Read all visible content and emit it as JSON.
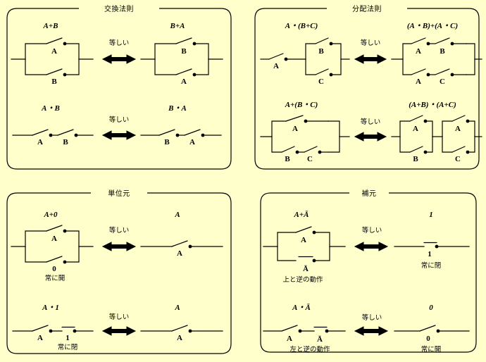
{
  "page": {
    "background_color": "#ffffcc",
    "ink_color": "#000000",
    "title_equal_label": "等しい"
  },
  "panels": [
    {
      "id": "commutative",
      "title": "交換法則",
      "rows": [
        {
          "id": "or",
          "relation": "等しい",
          "left": {
            "formula": "A+B",
            "type": "parallel",
            "branches": [
              [
                "A"
              ],
              [
                "B"
              ]
            ],
            "note": ""
          },
          "right": {
            "formula": "B+A",
            "type": "parallel",
            "branches": [
              [
                "B"
              ],
              [
                "A"
              ]
            ],
            "note": ""
          }
        },
        {
          "id": "and",
          "relation": "等しい",
          "left": {
            "formula": "A・B",
            "type": "series",
            "switches": [
              "A",
              "B"
            ],
            "note": ""
          },
          "right": {
            "formula": "B・A",
            "type": "series",
            "switches": [
              "B",
              "A"
            ],
            "note": ""
          }
        }
      ]
    },
    {
      "id": "distributive",
      "title": "分配法則",
      "rows": [
        {
          "id": "and-over-or",
          "relation": "等しい",
          "left": {
            "formula": "A・(B+C)",
            "type": "series-then-parallel",
            "series": [
              "A"
            ],
            "branches": [
              [
                "B"
              ],
              [
                "C"
              ]
            ],
            "note": ""
          },
          "right": {
            "formula": "(A・B)+(A・C)",
            "type": "parallel",
            "branches": [
              [
                "A",
                "B"
              ],
              [
                "A",
                "C"
              ]
            ],
            "note": ""
          }
        },
        {
          "id": "or-over-and",
          "relation": "等しい",
          "left": {
            "formula": "A+(B・C)",
            "type": "parallel",
            "branches": [
              [
                "A"
              ],
              [
                "B",
                "C"
              ]
            ],
            "note": ""
          },
          "right": {
            "formula": "(A+B)・(A+C)",
            "type": "parallel-series-parallel",
            "blocks": [
              [
                [
                  "A"
                ],
                [
                  "B"
                ]
              ],
              [
                [
                  "A"
                ],
                [
                  "C"
                ]
              ]
            ],
            "note": ""
          }
        }
      ]
    },
    {
      "id": "identity",
      "title": "単位元",
      "rows": [
        {
          "id": "a-plus-0",
          "relation": "等しい",
          "left": {
            "formula": "A+0",
            "type": "parallel",
            "branches": [
              [
                "A"
              ],
              [
                "0"
              ]
            ],
            "note": "常に開"
          },
          "right": {
            "formula": "A",
            "type": "series",
            "switches": [
              "A"
            ],
            "note": ""
          }
        },
        {
          "id": "a-times-1",
          "relation": "等しい",
          "left": {
            "formula": "A・1",
            "type": "series",
            "switches": [
              "A",
              "1"
            ],
            "note": "常に閉"
          },
          "right": {
            "formula": "A",
            "type": "series",
            "switches": [
              "A"
            ],
            "note": ""
          }
        }
      ]
    },
    {
      "id": "complement",
      "title": "補元",
      "rows": [
        {
          "id": "a-plus-nota",
          "relation": "等しい",
          "left": {
            "formula": "A+Ā",
            "type": "parallel",
            "branches": [
              [
                "A"
              ],
              [
                "Ā"
              ]
            ],
            "note": "上と逆の動作"
          },
          "right": {
            "formula": "1",
            "type": "series",
            "switches": [
              "1"
            ],
            "note": "常に閉"
          }
        },
        {
          "id": "a-times-nota",
          "relation": "等しい",
          "left": {
            "formula": "A・Ā",
            "type": "series",
            "switches": [
              "A",
              "Ā"
            ],
            "note": "左と逆の動作"
          },
          "right": {
            "formula": "0",
            "type": "series",
            "switches": [
              "0"
            ],
            "note": "常に開"
          }
        }
      ]
    }
  ],
  "symbols": {
    "open_switch": "open-switch",
    "closed_switch": "closed-switch",
    "terminal_dot": "terminal-dot",
    "double_arrow": "double-headed-arrow"
  }
}
